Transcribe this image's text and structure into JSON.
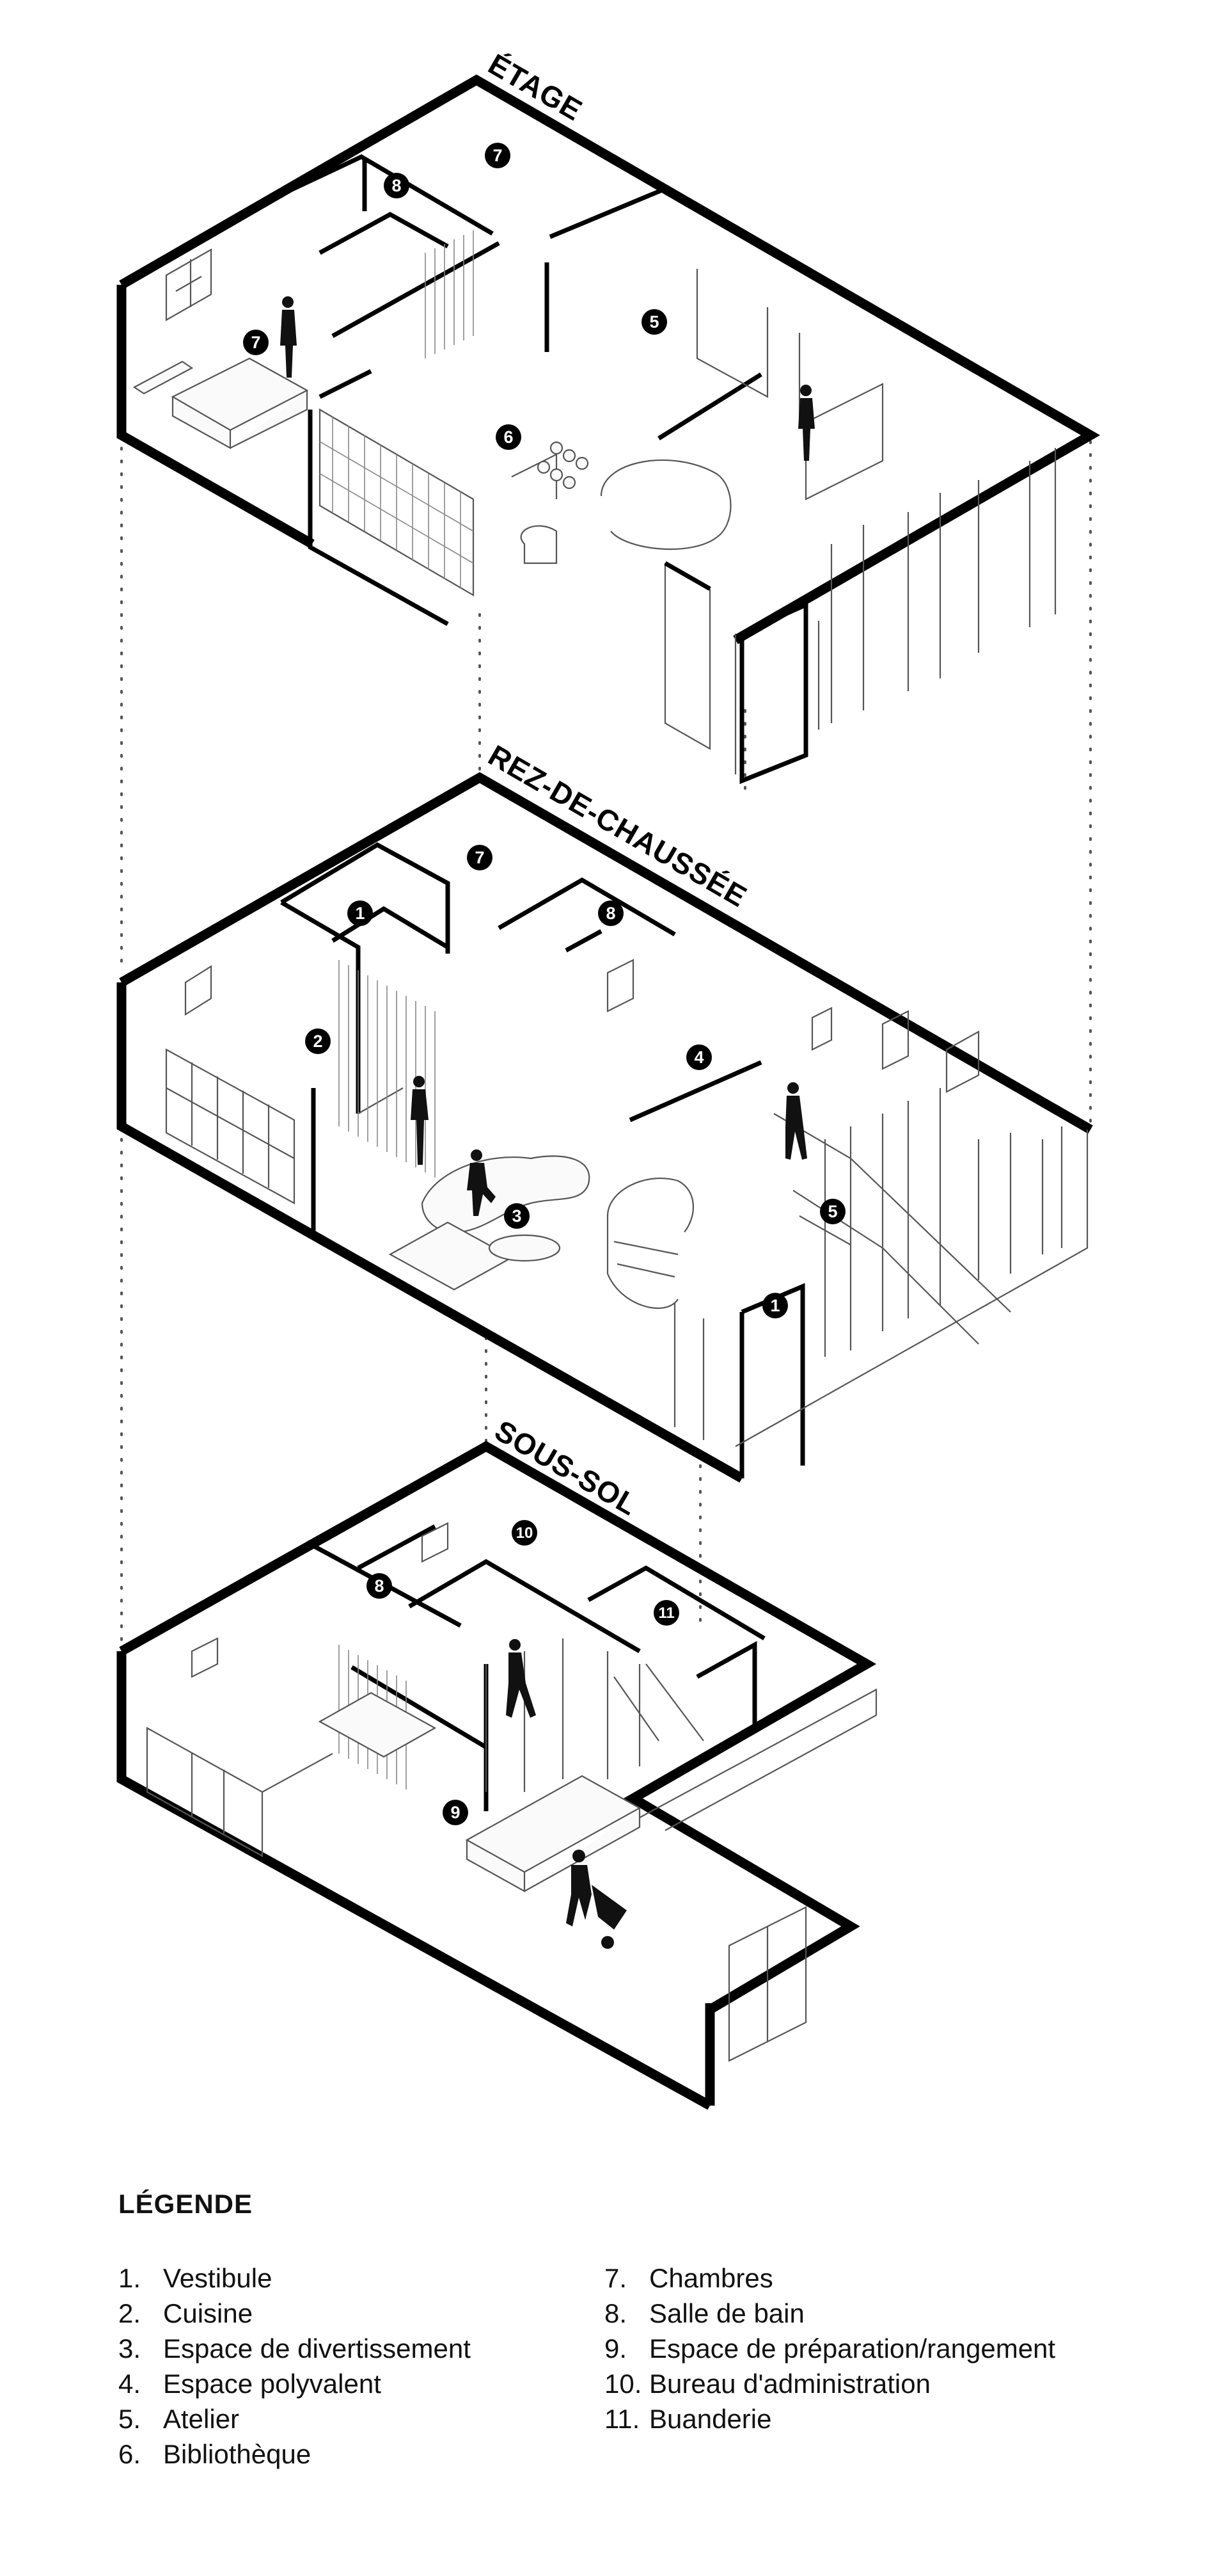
{
  "floors": [
    {
      "id": "etage",
      "label": "ÉTAGE"
    },
    {
      "id": "rdc",
      "label": "REZ-DE-CHAUSSÉE"
    },
    {
      "id": "sous-sol",
      "label": "SOUS-SOL"
    }
  ],
  "markers": {
    "etage": [
      "7",
      "8",
      "7",
      "5",
      "6"
    ],
    "rdc": [
      "7",
      "1",
      "8",
      "2",
      "4",
      "3",
      "5",
      "1"
    ],
    "sous_sol": [
      "10",
      "8",
      "11",
      "9"
    ]
  },
  "legend": {
    "title": "LÉGENDE",
    "left": [
      {
        "num": "1.",
        "label": "Vestibule"
      },
      {
        "num": "2.",
        "label": "Cuisine"
      },
      {
        "num": "3.",
        "label": "Espace de divertissement"
      },
      {
        "num": "4.",
        "label": "Espace polyvalent"
      },
      {
        "num": "5.",
        "label": "Atelier"
      },
      {
        "num": "6.",
        "label": "Bibliothèque"
      }
    ],
    "right": [
      {
        "num": "7.",
        "label": "Chambres"
      },
      {
        "num": "8.",
        "label": "Salle de bain"
      },
      {
        "num": "9.",
        "label": "Espace de préparation/rangement"
      },
      {
        "num": "10.",
        "label": "Bureau d'administration"
      },
      {
        "num": "11.",
        "label": "Buanderie"
      }
    ]
  }
}
